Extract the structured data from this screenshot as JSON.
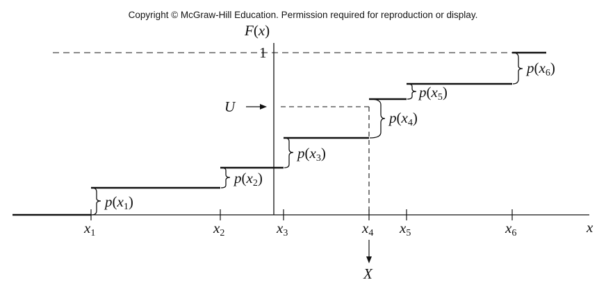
{
  "header": {
    "copyright": "Copyright © McGraw-Hill Education. Permission required for reproduction or display."
  },
  "diagram": {
    "y_axis_label_fn": "F",
    "y_axis_label_arg": "x",
    "x_axis_label": "x",
    "one_label": "1",
    "u_label": "U",
    "result_label": "X",
    "x_points": [
      {
        "name": "x",
        "sub": "1"
      },
      {
        "name": "x",
        "sub": "2"
      },
      {
        "name": "x",
        "sub": "3"
      },
      {
        "name": "x",
        "sub": "4"
      },
      {
        "name": "x",
        "sub": "5"
      },
      {
        "name": "x",
        "sub": "6"
      }
    ],
    "jump_labels": [
      {
        "fn": "p",
        "var": "x",
        "sub": "1"
      },
      {
        "fn": "p",
        "var": "x",
        "sub": "2"
      },
      {
        "fn": "p",
        "var": "x",
        "sub": "3"
      },
      {
        "fn": "p",
        "var": "x",
        "sub": "4"
      },
      {
        "fn": "p",
        "var": "x",
        "sub": "5"
      },
      {
        "fn": "p",
        "var": "x",
        "sub": "6"
      }
    ]
  }
}
